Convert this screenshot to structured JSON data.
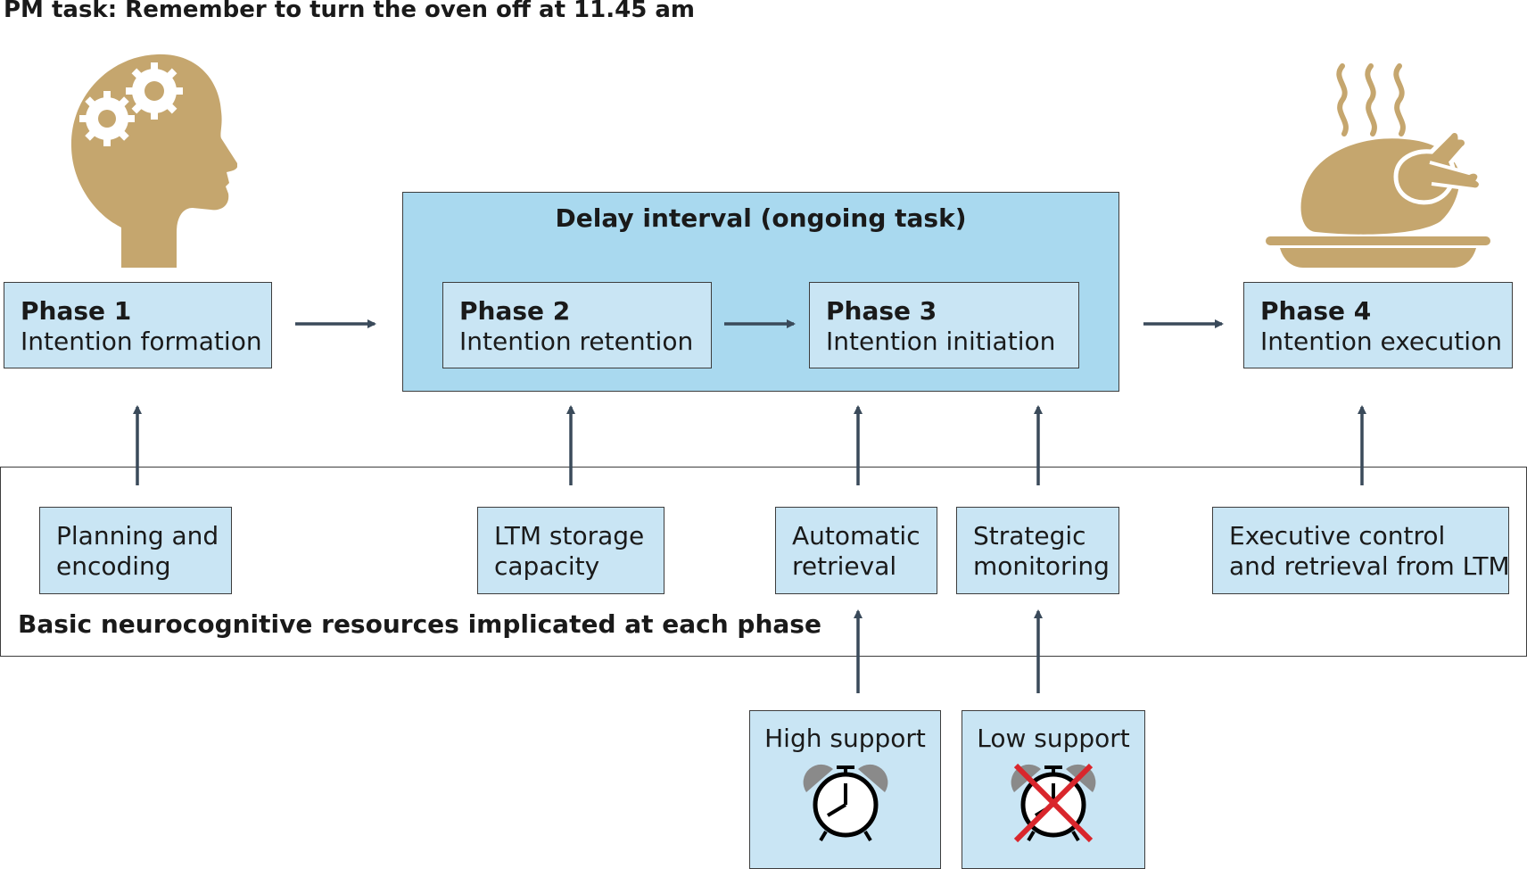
{
  "title": "PM task: Remember to turn the oven off at 11.45 am",
  "delay_label": "Delay interval (ongoing task)",
  "phases": [
    {
      "title": "Phase 1",
      "desc": "Intention formation"
    },
    {
      "title": "Phase 2",
      "desc": "Intention retention"
    },
    {
      "title": "Phase 3",
      "desc": "Intention initiation"
    },
    {
      "title": "Phase 4",
      "desc": "Intention execution"
    }
  ],
  "resources": {
    "caption": "Basic neurocognitive resources implicated at each phase",
    "items": [
      {
        "line1": "Planning and",
        "line2": "encoding"
      },
      {
        "line1": "LTM storage",
        "line2": "capacity"
      },
      {
        "line1": "Automatic",
        "line2": "retrieval"
      },
      {
        "line1": "Strategic",
        "line2": "monitoring"
      },
      {
        "line1": "Executive control",
        "line2": "and retrieval from LTM"
      }
    ]
  },
  "support": {
    "high": "High support",
    "low": "Low support"
  },
  "colors": {
    "box": "#c9e5f4",
    "delay": "#a9d9ef",
    "icon": "#c5a66e",
    "arrow": "#3a4a5a",
    "cross": "#d9262c"
  },
  "icons": [
    "head-gears-icon",
    "roast-chicken-icon",
    "alarm-clock-icon",
    "crossed-alarm-clock-icon"
  ]
}
